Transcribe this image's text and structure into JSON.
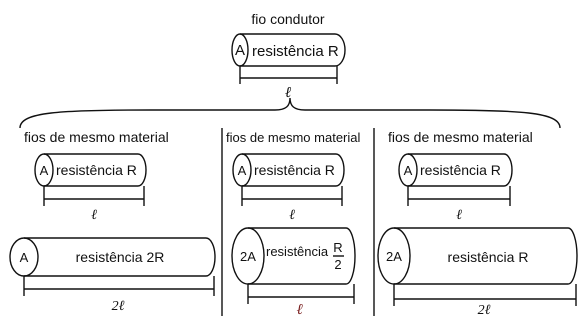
{
  "top": {
    "title": "fio condutor",
    "area": "A",
    "resistance": "resistência R",
    "length": "ℓ"
  },
  "columns": [
    {
      "header": "fios de mesmo material",
      "wire1": {
        "area": "A",
        "resistance": "resistência R",
        "length": "ℓ"
      },
      "wire2": {
        "area": "A",
        "resistance": "resistência 2R",
        "length": "2ℓ"
      }
    },
    {
      "header": "fios de mesmo material",
      "wire1": {
        "area": "A",
        "resistance": "resistência R",
        "length": "ℓ"
      },
      "wire2": {
        "area": "2A",
        "resistance_prefix": "resistência",
        "fraction_num": "R",
        "fraction_den": "2",
        "length": "ℓ"
      }
    },
    {
      "header": "fios de mesmo material",
      "wire1": {
        "area": "A",
        "resistance": "resistência R",
        "length": "ℓ"
      },
      "wire2": {
        "area": "2A",
        "resistance": "resistência R",
        "length": "2ℓ"
      }
    }
  ],
  "colors": {
    "stroke": "#111111",
    "highlight_length": "#7a1f1f"
  }
}
